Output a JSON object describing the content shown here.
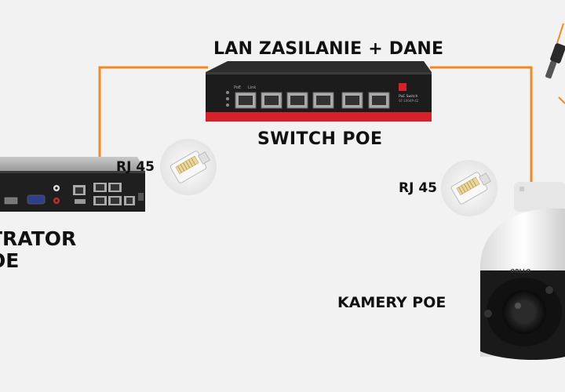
{
  "labels": {
    "top_link": "LAN ZASILANIE + DANE",
    "switch": "SWITCH POE",
    "rj45_left": "RJ 45",
    "rj45_right": "RJ 45",
    "recorder_line1": "TRATOR",
    "recorder_line2": "OE",
    "cameras": "KAMERY POE"
  },
  "switch_device": {
    "badge_line1": "PoE Switch",
    "badge_line2": "SF-1004P-42",
    "port_left_caption": "PoE",
    "port_right_caption": "Link"
  },
  "camera_brand": "ORLLO",
  "colors": {
    "cable": "#f08a24",
    "background": "#f2f2f2",
    "switch_body": "#1c1c1c",
    "switch_stripe": "#d6202a",
    "text": "#111111"
  }
}
